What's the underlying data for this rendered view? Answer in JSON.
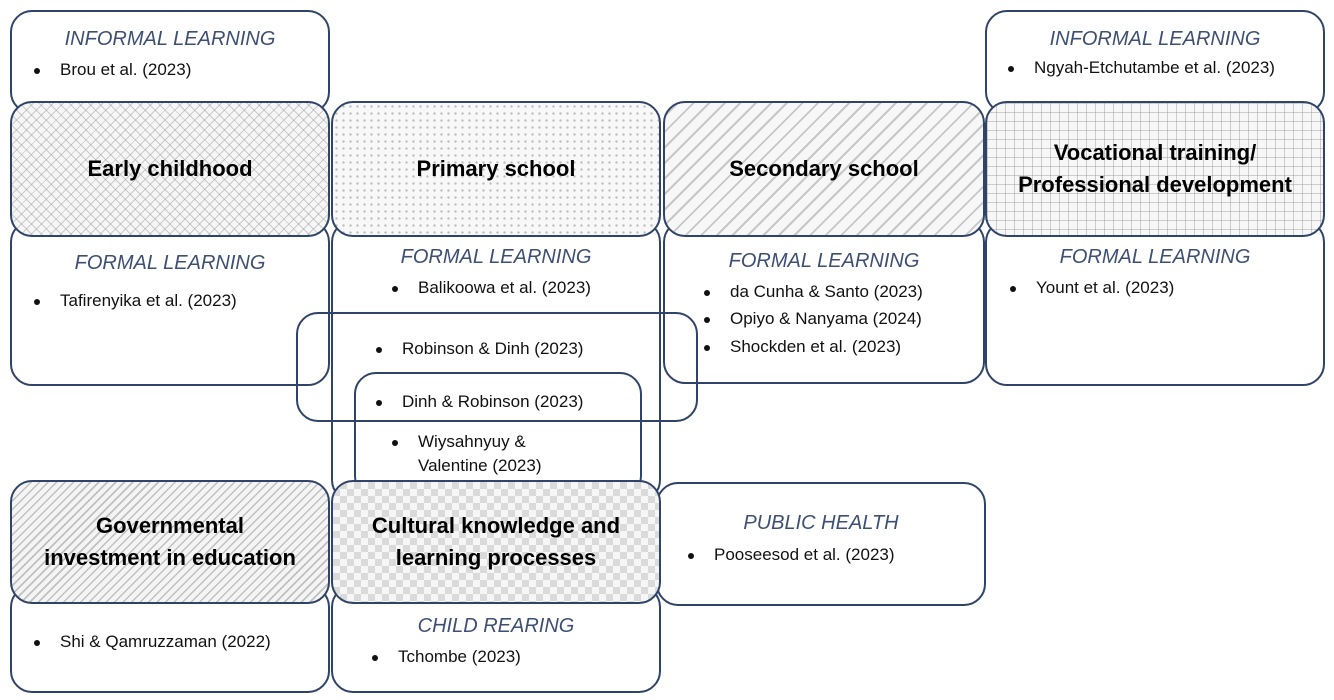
{
  "stages": {
    "early_childhood": "Early childhood",
    "primary_school": "Primary school",
    "secondary_school": "Secondary school",
    "vocational_line1": "Vocational training/",
    "vocational_line2": "Professional development"
  },
  "themes": {
    "governmental_line1": "Governmental",
    "governmental_line2": "investment in education",
    "cultural_line1": "Cultural knowledge and",
    "cultural_line2": "learning processes"
  },
  "informal_early": {
    "header": "INFORMAL LEARNING",
    "items": [
      "Brou et al. (2023)"
    ]
  },
  "informal_vocational": {
    "header": "INFORMAL LEARNING",
    "items": [
      "Ngyah-Etchutambe et al. (2023)"
    ]
  },
  "formal_early": {
    "header": "FORMAL LEARNING",
    "items": [
      "Tafirenyika et al. (2023)"
    ]
  },
  "formal_primary": {
    "header": "FORMAL LEARNING",
    "items": [
      "Balikoowa et al. (2023)",
      "Robinson & Dinh  (2023)",
      "Dinh & Robinson (2023)"
    ],
    "wiysahnyuy_line1": "Wiysahnyuy &",
    "wiysahnyuy_line2": "Valentine (2023)"
  },
  "formal_secondary": {
    "header": "FORMAL LEARNING",
    "items": [
      "da Cunha & Santo (2023)",
      "Opiyo & Nanyama (2024)",
      "Shockden et al. (2023)"
    ]
  },
  "formal_vocational": {
    "header": "FORMAL LEARNING",
    "items": [
      "Yount et al. (2023)"
    ]
  },
  "public_health": {
    "header": "PUBLIC HEALTH",
    "items": [
      "Pooseesod et al.  (2023)"
    ]
  },
  "governmental_refs": {
    "items": [
      "Shi & Qamruzzaman (2022)"
    ]
  },
  "child_rearing": {
    "header": "CHILD REARING",
    "items": [
      "Tchombe (2023)"
    ]
  },
  "colors": {
    "border": "#2f4468",
    "header_text": "#3d4f73"
  }
}
